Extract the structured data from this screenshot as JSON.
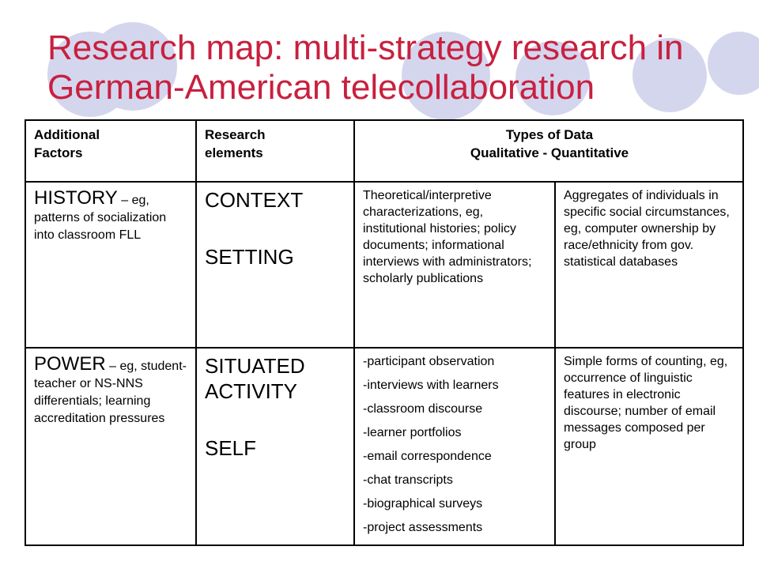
{
  "colors": {
    "title": "#c8203f",
    "circles": "#d4d6ee"
  },
  "title": {
    "line1": "Research map: multi-strategy research in",
    "line2": "German-American telecollaboration"
  },
  "table": {
    "headers": {
      "additional_factors": [
        "Additional",
        "Factors"
      ],
      "research_elements": [
        "Research",
        "elements"
      ],
      "types_of_data": [
        "Types of Data",
        "Qualitative - Quantitative"
      ]
    },
    "row1": {
      "factor_heading": "HISTORY",
      "factor_text": " – eg, patterns of socialization into classroom FLL",
      "element_1": "CONTEXT",
      "element_2": "SETTING",
      "qualitative": "Theoretical/interpretive characterizations, eg, institutional histories; policy documents; informational interviews with administrators; scholarly publications",
      "quantitative": "Aggregates of individuals in specific social circumstances, eg, computer ownership by race/ethnicity from gov. statistical databases"
    },
    "row2": {
      "factor_heading": "POWER",
      "factor_text": " – eg, student-teacher or NS-NNS differentials; learning accreditation pressures",
      "element_1": "SITUATED ACTIVITY",
      "element_2": "SELF",
      "qualitative_items": [
        "-participant observation",
        "-interviews with learners",
        "-classroom discourse",
        "-learner portfolios",
        "-email correspondence",
        "-chat transcripts",
        "-biographical surveys",
        "-project assessments"
      ],
      "quantitative": "Simple forms of counting, eg, occurrence of linguistic features in electronic discourse; number of email messages composed per group"
    }
  }
}
